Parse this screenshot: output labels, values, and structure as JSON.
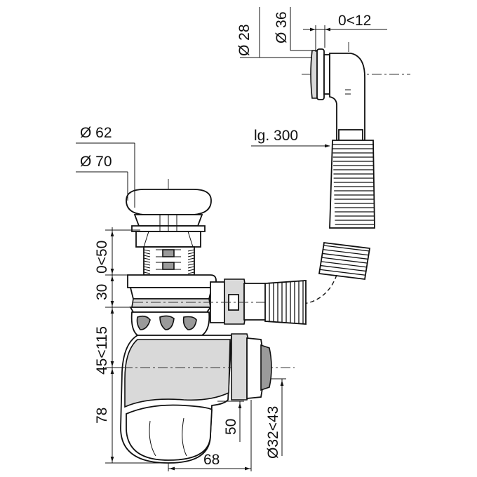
{
  "drawing": {
    "dimensions": {
      "d28": "Ø 28",
      "d36": "Ø 36",
      "overflow_adjust": "0<12",
      "hose_length": "lg. 300",
      "d62": "Ø 62",
      "d70": "Ø 70",
      "height_adjust": "0<50",
      "h30": "30",
      "h45_115": "45<115",
      "h78": "78",
      "h50": "50",
      "outlet_diameter": "Ø32<43",
      "w68": "68"
    }
  }
}
